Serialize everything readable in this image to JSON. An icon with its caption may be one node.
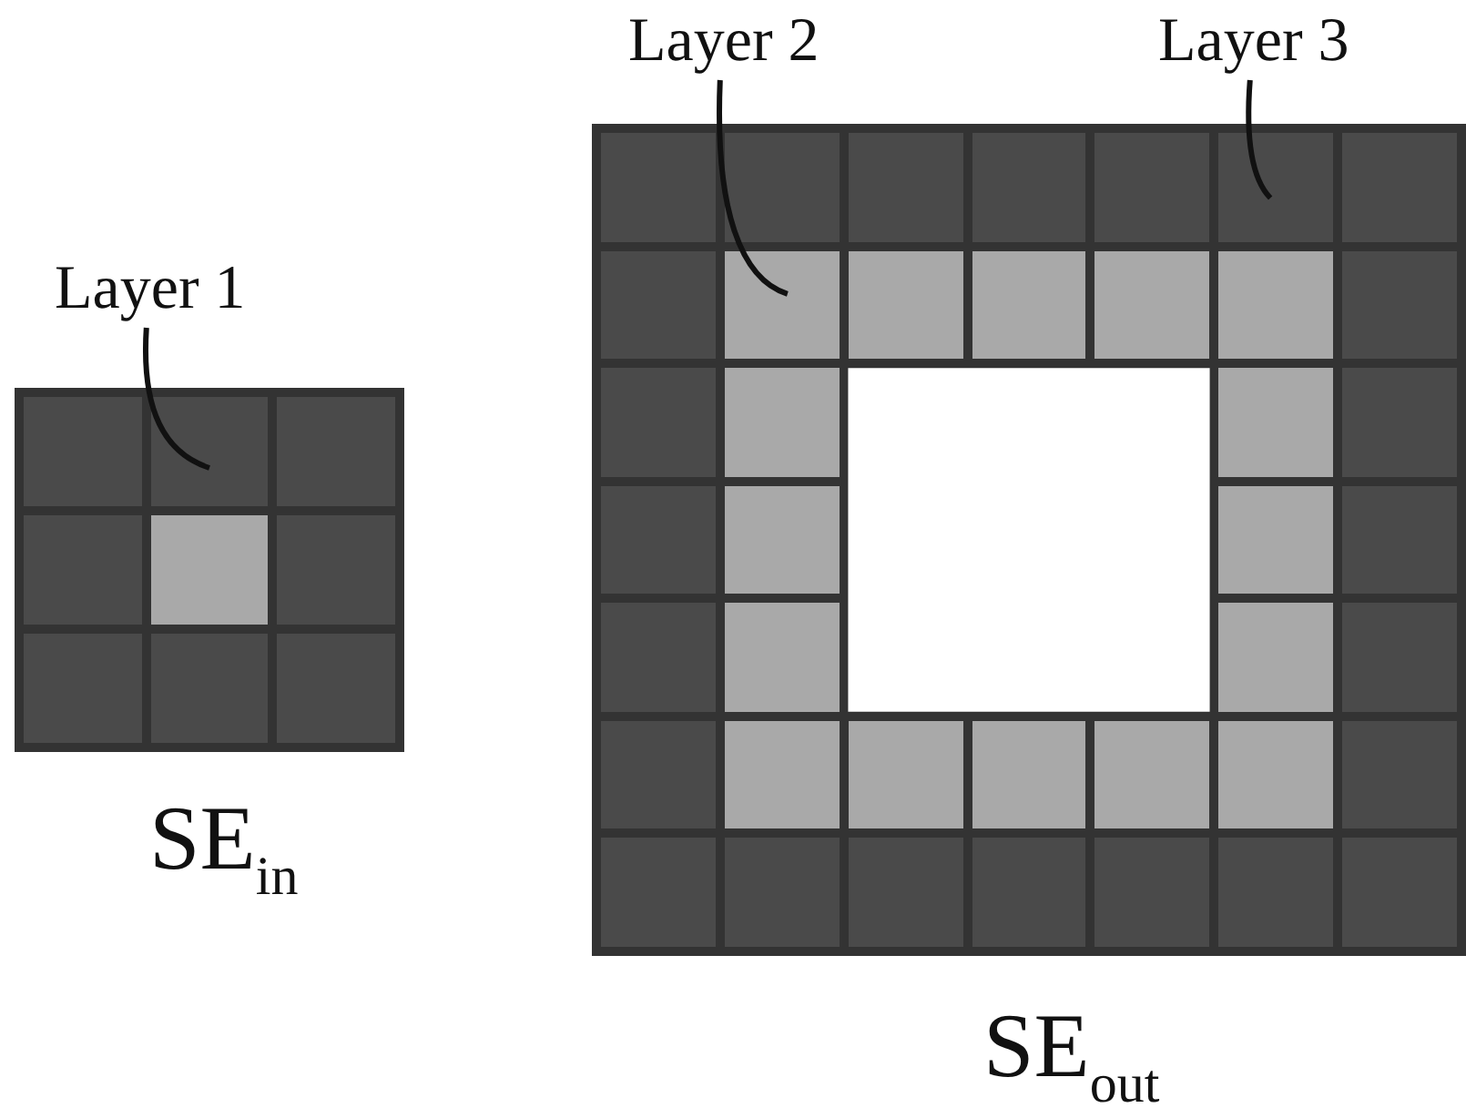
{
  "diagram": {
    "nodes": [
      {
        "text": [
          "Layer 1"
        ]
      },
      {
        "text": [],
        "shape": "box"
      },
      {
        "text": [
          "Layer 2"
        ]
      },
      {
        "text": [
          "Layer 3"
        ]
      },
      {
        "text": [],
        "shape": "box"
      },
      {
        "text": [],
        "shape": "box"
      }
    ],
    "edges": [
      {
        "from": 0,
        "to": 1,
        "arrow": "none"
      },
      {
        "from": 2,
        "to": 4,
        "arrow": "none"
      },
      {
        "from": 3,
        "to": 5,
        "arrow": "none"
      }
    ],
    "labels": [
      "SE$_{in}$",
      "SE$_{out}$"
    ]
  }
}
